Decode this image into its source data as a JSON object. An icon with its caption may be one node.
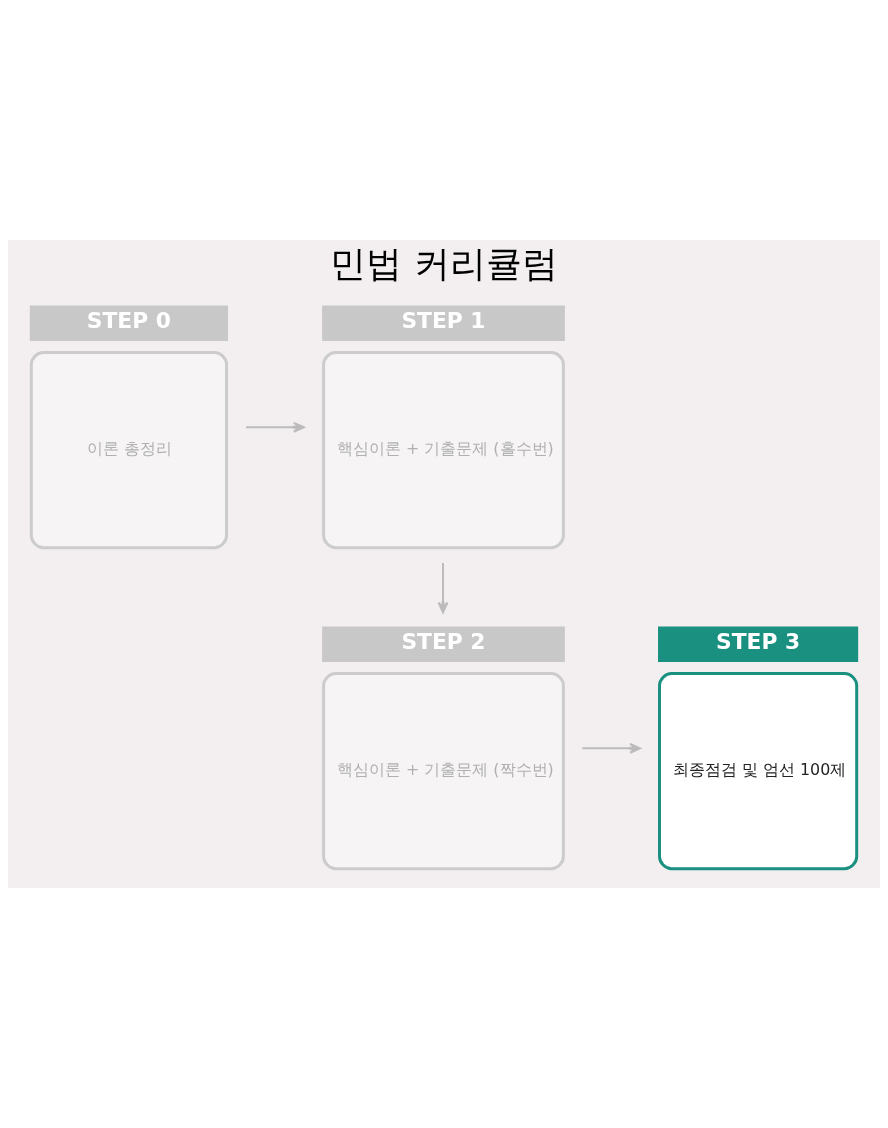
{
  "diagram": {
    "title": "민법 커리큘럼",
    "nodes": [
      {
        "text": [
          "STEP 0",
          "이론 총정리"
        ]
      },
      {
        "text": [
          "STEP 1",
          "핵심이론 + 기출문제 (홀수번)"
        ]
      },
      {
        "text": [
          "STEP 2",
          "핵심이론 + 기출문제 (짝수번)"
        ]
      },
      {
        "text": [
          "STEP 3",
          "최종점검 및 엄선 100제"
        ]
      }
    ],
    "edges": [
      {
        "from": 0,
        "to": 1,
        "arrow": "to"
      },
      {
        "from": 1,
        "to": 2,
        "arrow": "to"
      },
      {
        "from": 2,
        "to": 3,
        "arrow": "to"
      }
    ]
  }
}
